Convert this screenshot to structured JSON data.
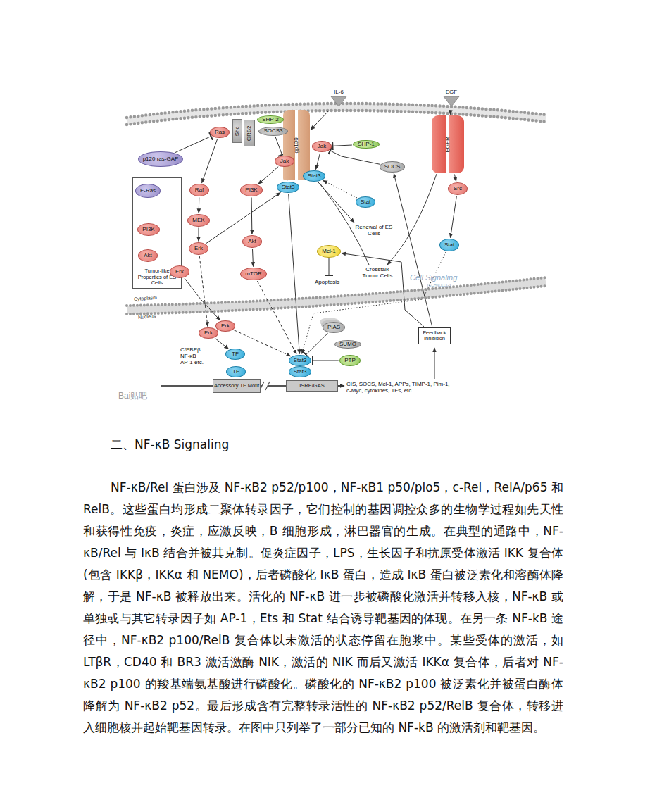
{
  "diagram": {
    "nodes": [
      {
        "text": [
          "IL-6"
        ]
      },
      {
        "text": [
          "EGF"
        ]
      },
      {
        "text": [
          "gp130"
        ]
      },
      {
        "text": [
          "EGFR"
        ]
      },
      {
        "text": [
          "SHP-2"
        ]
      },
      {
        "text": [
          "Ras"
        ]
      },
      {
        "text": [
          "Shc"
        ]
      },
      {
        "text": [
          "GRB2"
        ]
      },
      {
        "text": [
          "SOCS3"
        ]
      },
      {
        "text": [
          "p120 ras-GAP"
        ]
      },
      {
        "text": [
          "Jak"
        ]
      },
      {
        "text": [
          "SHP-1"
        ]
      },
      {
        "text": [
          "Jak"
        ]
      },
      {
        "text": [
          "Stat3"
        ]
      },
      {
        "text": [
          "Stat3"
        ]
      },
      {
        "text": [
          "SOCS"
        ]
      },
      {
        "text": [
          "Tumor-like Properties of ES Cells"
        ]
      },
      {
        "text": [
          "E-Ras"
        ],
        "in": 16
      },
      {
        "text": [
          "PI3K"
        ],
        "in": 16
      },
      {
        "text": [
          "Akt"
        ],
        "in": 16
      },
      {
        "text": [
          "Raf"
        ]
      },
      {
        "text": [
          "PI3K"
        ]
      },
      {
        "text": [
          "Src"
        ]
      },
      {
        "text": [
          "Stat"
        ]
      },
      {
        "text": [
          "MEK"
        ]
      },
      {
        "text": [
          "Akt"
        ]
      },
      {
        "text": [
          "Mcl-1"
        ]
      },
      {
        "text": [
          "Stat"
        ]
      },
      {
        "text": [
          "Erk"
        ]
      },
      {
        "text": [
          "Erk"
        ]
      },
      {
        "text": [
          "mTOR"
        ]
      },
      {
        "text": [
          "PIAS"
        ]
      },
      {
        "text": [
          "Feedback Inhibition"
        ]
      },
      {
        "text": [
          "Erk"
        ]
      },
      {
        "text": [
          "Erk"
        ]
      },
      {
        "text": [
          "SUMO"
        ]
      },
      {
        "text": [
          "TF"
        ]
      },
      {
        "text": [
          "Stat3"
        ]
      },
      {
        "text": [
          "PTP"
        ]
      },
      {
        "text": [
          "TF"
        ]
      },
      {
        "text": [
          "Stat3"
        ]
      },
      {
        "text": [
          "Accessory TF Motif"
        ]
      },
      {
        "text": [
          "ISRE/GAS"
        ]
      }
    ],
    "edges": [
      {
        "from": 0,
        "to": 2,
        "arrow": "to"
      },
      {
        "from": 1,
        "to": 3,
        "arrow": "to"
      },
      {
        "from": 3,
        "to": 22,
        "arrow": "to"
      },
      {
        "from": 22,
        "to": 27,
        "arrow": "to"
      },
      {
        "from": 27,
        "to": 37,
        "arrow": "to"
      },
      {
        "from": 9,
        "to": 5,
        "arrow": "to"
      },
      {
        "from": 5,
        "to": 20,
        "arrow": "to"
      },
      {
        "from": 20,
        "to": 24,
        "arrow": "to"
      },
      {
        "from": 24,
        "to": 28,
        "arrow": "to"
      },
      {
        "from": 12,
        "to": 21,
        "arrow": "to"
      },
      {
        "from": 21,
        "to": 25,
        "arrow": "to"
      },
      {
        "from": 25,
        "to": 30,
        "arrow": "to"
      },
      {
        "from": 17,
        "to": 18,
        "arrow": "to"
      },
      {
        "from": 18,
        "to": 19,
        "arrow": "to"
      },
      {
        "from": 12,
        "to": 14,
        "arrow": "to"
      },
      {
        "from": 10,
        "to": 13,
        "arrow": "to"
      },
      {
        "from": 11,
        "to": 10,
        "arrow": "to"
      },
      {
        "from": 8,
        "to": 12,
        "arrow": "to"
      },
      {
        "from": 15,
        "to": 10,
        "arrow": "to"
      },
      {
        "from": 23,
        "to": 13,
        "arrow": "to"
      },
      {
        "from": 28,
        "to": 14,
        "arrow": "to"
      },
      {
        "from": 29,
        "to": 33,
        "arrow": "to"
      },
      {
        "from": 28,
        "to": 34,
        "arrow": "to"
      },
      {
        "from": 34,
        "to": 36,
        "arrow": "to"
      },
      {
        "from": 33,
        "to": 37,
        "arrow": "to"
      },
      {
        "from": 30,
        "to": 37,
        "arrow": "to"
      },
      {
        "from": 14,
        "to": 37,
        "arrow": "to"
      },
      {
        "from": 31,
        "to": 37,
        "arrow": "to"
      },
      {
        "from": 38,
        "to": 37,
        "arrow": "to"
      },
      {
        "from": 32,
        "to": 15,
        "arrow": "to"
      },
      {
        "from": 32,
        "to": 26,
        "arrow": "to"
      }
    ],
    "labels": [
      "Renewal of ES Cells",
      "Apoptosis",
      "Crosstalk Tumor Cells",
      "Cell Signaling",
      "TECHNOLOGY",
      "Cytoplasm",
      "Nucleus",
      "C/EBPβ NF-κB AP-1 etc.",
      "CIS, SOCS, Mcl-1, APPs, TIMP-1, Pim-1, c-Myc, cytokines, TFs, etc.",
      "Bai贴吧",
      "二、NF-κB Signaling",
      "NF-κB/Rel 蛋白涉及 NF-κB2 p52/p100，NF-κB1 p50/plo5，c-Rel，RelA/p65 和 RelB。这些蛋白均形成二聚体转录因子，它们控制的基因调控众多的生物学过程如先天性和获得性免疫，炎症，应激反映，B 细胞形成，淋巴器官的生成。在典型的通路中，NF-κB/Rel 与 IκB 结合并被其克制。促炎症因子，LPS，生长因子和抗原受体激活 IKK 复合体(包含 IKKβ，IKKα 和 NEMO)，后者磷酸化 IκB 蛋白，造成 IκB 蛋白被泛素化和溶酶体降解，于是 NF-κB 被释放出来。活化的 NF-κB 进一步被磷酸化激活并转移入核，NF-κB 或单独或与其它转录因子如 AP-1，Ets 和 Stat 结合诱导靶基因的体现。在另一条 NF-kB 途径中，NF-κB2 p100/RelB 复合体以未激活的状态停留在胞浆中。某些受体的激活，如 LTβR，CD40 和 BR3 激活激酶 NIK，激活的 NIK 而后又激活 IKKα 复合体，后者对 NF-κB2 p100 的羧基端氨基酸进行磷酸化。磷酸化的 NF-κB2 p100 被泛素化并被蛋白酶体降解为 NF-κB2 p52。最后形成含有完整转录活性的 NF-κB2 p52/RelB 复合体，转移进入细胞核并起始靶基因转录。在图中只列举了一部分已知的 NF-kB 的激活剂和靶基因。"
    ]
  }
}
